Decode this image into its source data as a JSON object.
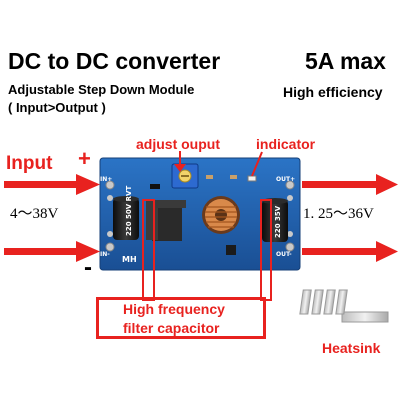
{
  "header": {
    "title": "DC to DC converter",
    "subtitle": "Adjustable Step Down Module",
    "note": "( Input>Output )",
    "max_current": "5A max",
    "efficiency": "High efficiency"
  },
  "labels": {
    "adjust": "adjust ouput",
    "indicator": "indicator",
    "input": "Input",
    "plus": "+",
    "minus": "-",
    "vin_range": "4～38V",
    "vout_range": "1. 25～36V",
    "cap_line1": "High frequency",
    "cap_line2": "filter capacitor",
    "heatsink": "Heatsink"
  },
  "board": {
    "pin_in_plus": "IN+",
    "pin_in_minus": "IN-",
    "pin_out_plus": "OUT+",
    "pin_out_minus": "OUT-",
    "cap_in_rating": "220 50V RVT",
    "cap_out_rating": "220 35V",
    "brand": "MH"
  },
  "colors": {
    "accent": "#e8221f",
    "pcb": "#1f5fae",
    "capacitor": "#1a1a1a",
    "coil": "#d9894a",
    "heatsink": "#d6d6d6"
  },
  "icons": {
    "input_arrows": "arrow-right-icon",
    "output_arrows": "arrow-right-icon",
    "potentiometer": "potentiometer-icon",
    "inductor": "inductor-coil-icon"
  }
}
